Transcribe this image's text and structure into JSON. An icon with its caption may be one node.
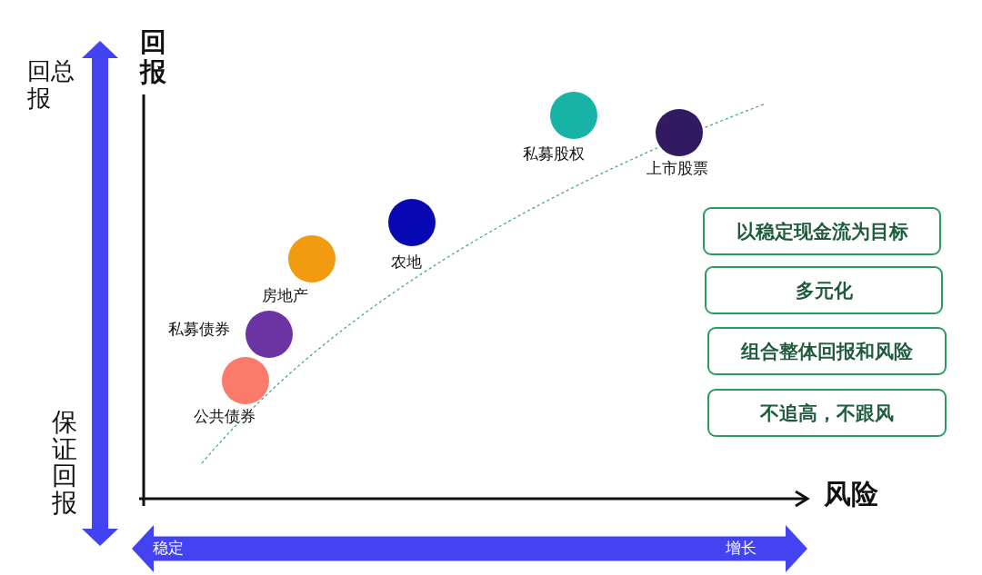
{
  "diagram": {
    "nodes": [
      {
        "text": [
          "私募股权"
        ]
      },
      {
        "text": [
          "上市股票"
        ]
      },
      {
        "text": [
          "农地"
        ]
      },
      {
        "text": [
          "房地产"
        ]
      },
      {
        "text": [
          "私募债券"
        ]
      },
      {
        "text": [
          "公共债券"
        ]
      },
      {
        "text": [
          "以稳定现金流为目标"
        ]
      },
      {
        "text": [
          "多元化"
        ]
      },
      {
        "text": [
          "组合整体回报和风险"
        ]
      },
      {
        "text": [
          "不追高，不跟风"
        ]
      },
      {
        "text": [
          "稳定",
          "增长"
        ]
      }
    ],
    "labels": [
      "回总报",
      "回报",
      "保证回报",
      "风险"
    ]
  }
}
